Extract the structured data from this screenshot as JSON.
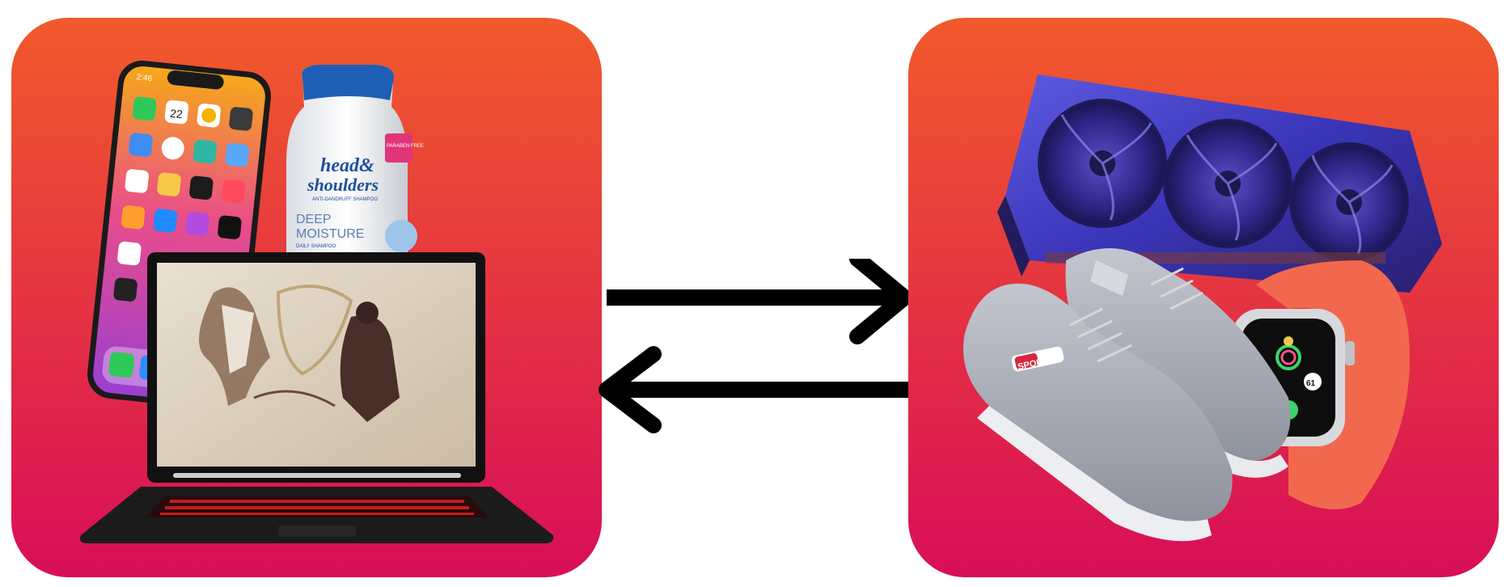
{
  "scene": {
    "left_panel": {
      "items": [
        "smartphone",
        "shampoo-bottle",
        "gaming-laptop"
      ],
      "gradient_top": "#f15a2b",
      "gradient_bottom": "#d80e58"
    },
    "right_panel": {
      "items": [
        "graphics-card",
        "sneakers",
        "smartwatch"
      ],
      "gradient_top": "#f15a2b",
      "gradient_bottom": "#d80e58"
    },
    "arrows": {
      "top": "arrow-right",
      "bottom": "arrow-left",
      "color": "#000000"
    }
  },
  "product_text": {
    "phone_time": "2:46",
    "phone_date": "22",
    "shampoo_brand_line1": "head&",
    "shampoo_brand_line2": "shoulders",
    "shampoo_subline": "ANTI-DANDRUFF SHAMPOO",
    "shampoo_variant_line1": "DEEP",
    "shampoo_variant_line2": "MOISTURE",
    "shampoo_type": "DAILY SHAMPOO",
    "shampoo_badge": "PARABEN FREE",
    "shoe_tag": "SPORT",
    "watch_number": "61"
  }
}
